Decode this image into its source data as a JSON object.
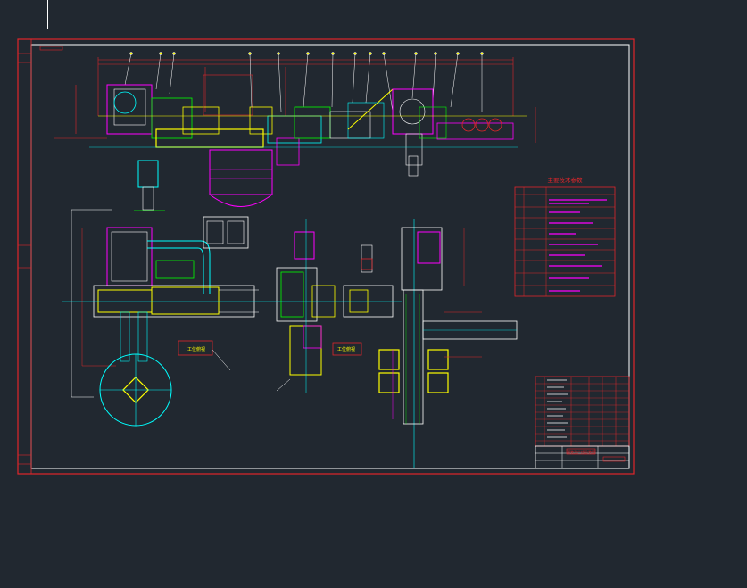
{
  "drawing": {
    "spec_table_title": "主要技术参数",
    "view_label_left": "工位俯视",
    "view_label_mid": "工位俯视",
    "title_block_name": "灌装生产线总装图"
  },
  "colors": {
    "background": "#212830",
    "frame": "#e0262b",
    "border": "#ffffff",
    "primary": "#ffff00",
    "secondary": "#ff00ff",
    "accent": "#00ffff",
    "detail": "#00ff00",
    "dims": "#e0262b"
  }
}
